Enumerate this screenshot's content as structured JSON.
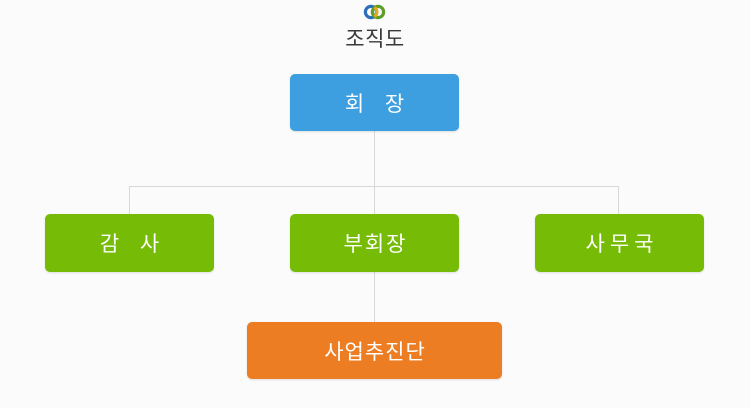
{
  "header": {
    "logo_icon": "interlocking-rings-logo",
    "logo_colors": {
      "left_ring": "#2e6fba",
      "right_ring": "#5f9e27",
      "accent": "#e6a820"
    },
    "title": "조직도"
  },
  "palette": {
    "background": "#fbfbfb",
    "root_box": "#3d9ee0",
    "level2_box": "#76bc07",
    "level3_box": "#ed7d22",
    "connector_line": "#d8d8d8",
    "node_text": "#ffffff",
    "title_text": "#3a3a3a"
  },
  "org_chart": {
    "type": "tree",
    "root": {
      "id": "chairman",
      "label": "회 장",
      "color": "#3d9ee0"
    },
    "level2": [
      {
        "id": "auditor",
        "label": "감 사",
        "color": "#76bc07"
      },
      {
        "id": "vice-chairman",
        "label": "부회장",
        "color": "#76bc07"
      },
      {
        "id": "secretariat",
        "label": "사무국",
        "color": "#76bc07"
      }
    ],
    "level3": [
      {
        "id": "business-promotion-team",
        "label": "사업추진단",
        "color": "#ed7d22",
        "parent": "vice-chairman"
      }
    ]
  }
}
